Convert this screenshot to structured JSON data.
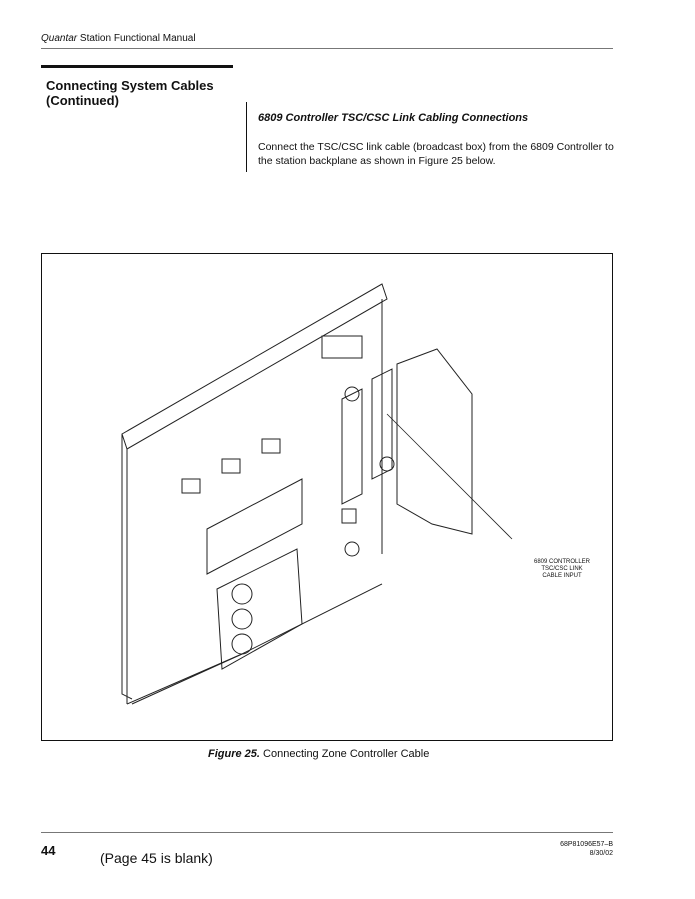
{
  "header": {
    "title_italic": "Quantar",
    "title_rest": " Station Functional Manual"
  },
  "section": {
    "title_line1": "Connecting System Cables",
    "title_line2": "(Continued)"
  },
  "subsection": {
    "title": "6809 Controller TSC/CSC Link Cabling Connections",
    "body": "Connect the TSC/CSC link cable (broadcast box) from the 6809 Controller to the station backplane as shown in Figure 25 below."
  },
  "figure": {
    "callout_line1": "6809 CONTROLLER",
    "callout_line2": "TSC/CSC LINK",
    "callout_line3": "CABLE INPUT",
    "caption_label": "Figure 25.",
    "caption_text": " Connecting Zone Controller Cable"
  },
  "footer": {
    "page_number": "44",
    "blank_note": "(Page 45 is blank)",
    "doc_number": "68P81096E57–B",
    "date": "8/30/02"
  }
}
